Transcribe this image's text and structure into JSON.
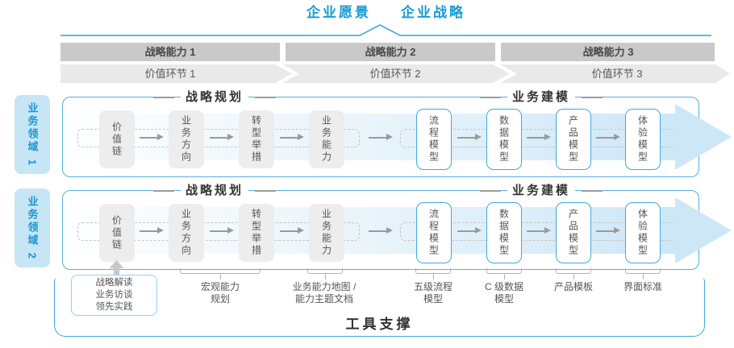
{
  "title": {
    "vision": "企业愿景",
    "strategy": "企业战略"
  },
  "capability_band": [
    "战略能力 1",
    "战略能力 2",
    "战略能力 3"
  ],
  "value_band": [
    "价值环节 1",
    "价值环节 2",
    "价值环节 3"
  ],
  "domains": [
    {
      "label": "业务领域 1"
    },
    {
      "label": "业务领域 2"
    }
  ],
  "row": {
    "planning_header": "战略规划",
    "modeling_header": "业务建模",
    "planning_boxes": [
      "价值链",
      "业务方向",
      "转型举措",
      "业务能力"
    ],
    "modeling_boxes": [
      "流程模型",
      "数据模型",
      "产品模型",
      "体验模型"
    ]
  },
  "annotations": {
    "source_box": "战略解读\n业务访谈\n领先实践",
    "labels": [
      "宏观能力\n规划",
      "业务能力地图 /\n能力主题文档",
      "五级流程\n模型",
      "C 级数据\n模型",
      "产品模板",
      "界面标准"
    ]
  },
  "footer": {
    "tool_support": "工具支撑"
  },
  "colors": {
    "accent_blue": "#189bd5",
    "panel_border": "#55b0df",
    "capability_band_bg": "#c9c9c9",
    "value_band_bg": "#e9e9e9",
    "flow_band_blue": "#cde7f7",
    "tab_bg": "#c6e5f5"
  }
}
